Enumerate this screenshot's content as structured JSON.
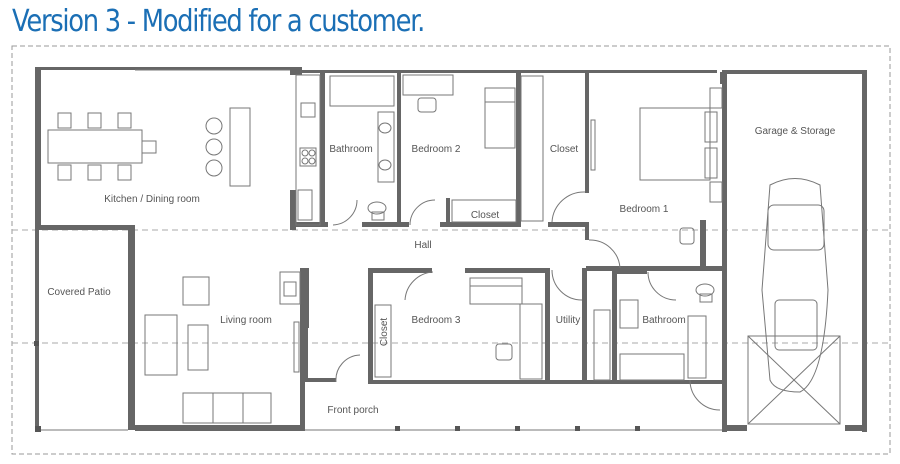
{
  "title": "Version 3 - Modified for a customer.",
  "colors": {
    "title": "#1b6fb5",
    "wall": "#666666",
    "fixture": "#777777",
    "dashed": "#999999"
  },
  "rooms": {
    "kitchen_dining": "Kitchen / Dining room",
    "bathroom_1": "Bathroom",
    "bedroom_2": "Bedroom 2",
    "closet_top": "Closet",
    "closet_bedroom2": "Closet",
    "bedroom_1": "Bedroom 1",
    "garage": "Garage & Storage",
    "hall": "Hall",
    "covered_patio": "Covered Patio",
    "living_room": "Living room",
    "closet_bedroom3": "Closet",
    "bedroom_3": "Bedroom 3",
    "utility": "Utility",
    "bathroom_2": "Bathroom",
    "front_porch": "Front porch"
  }
}
